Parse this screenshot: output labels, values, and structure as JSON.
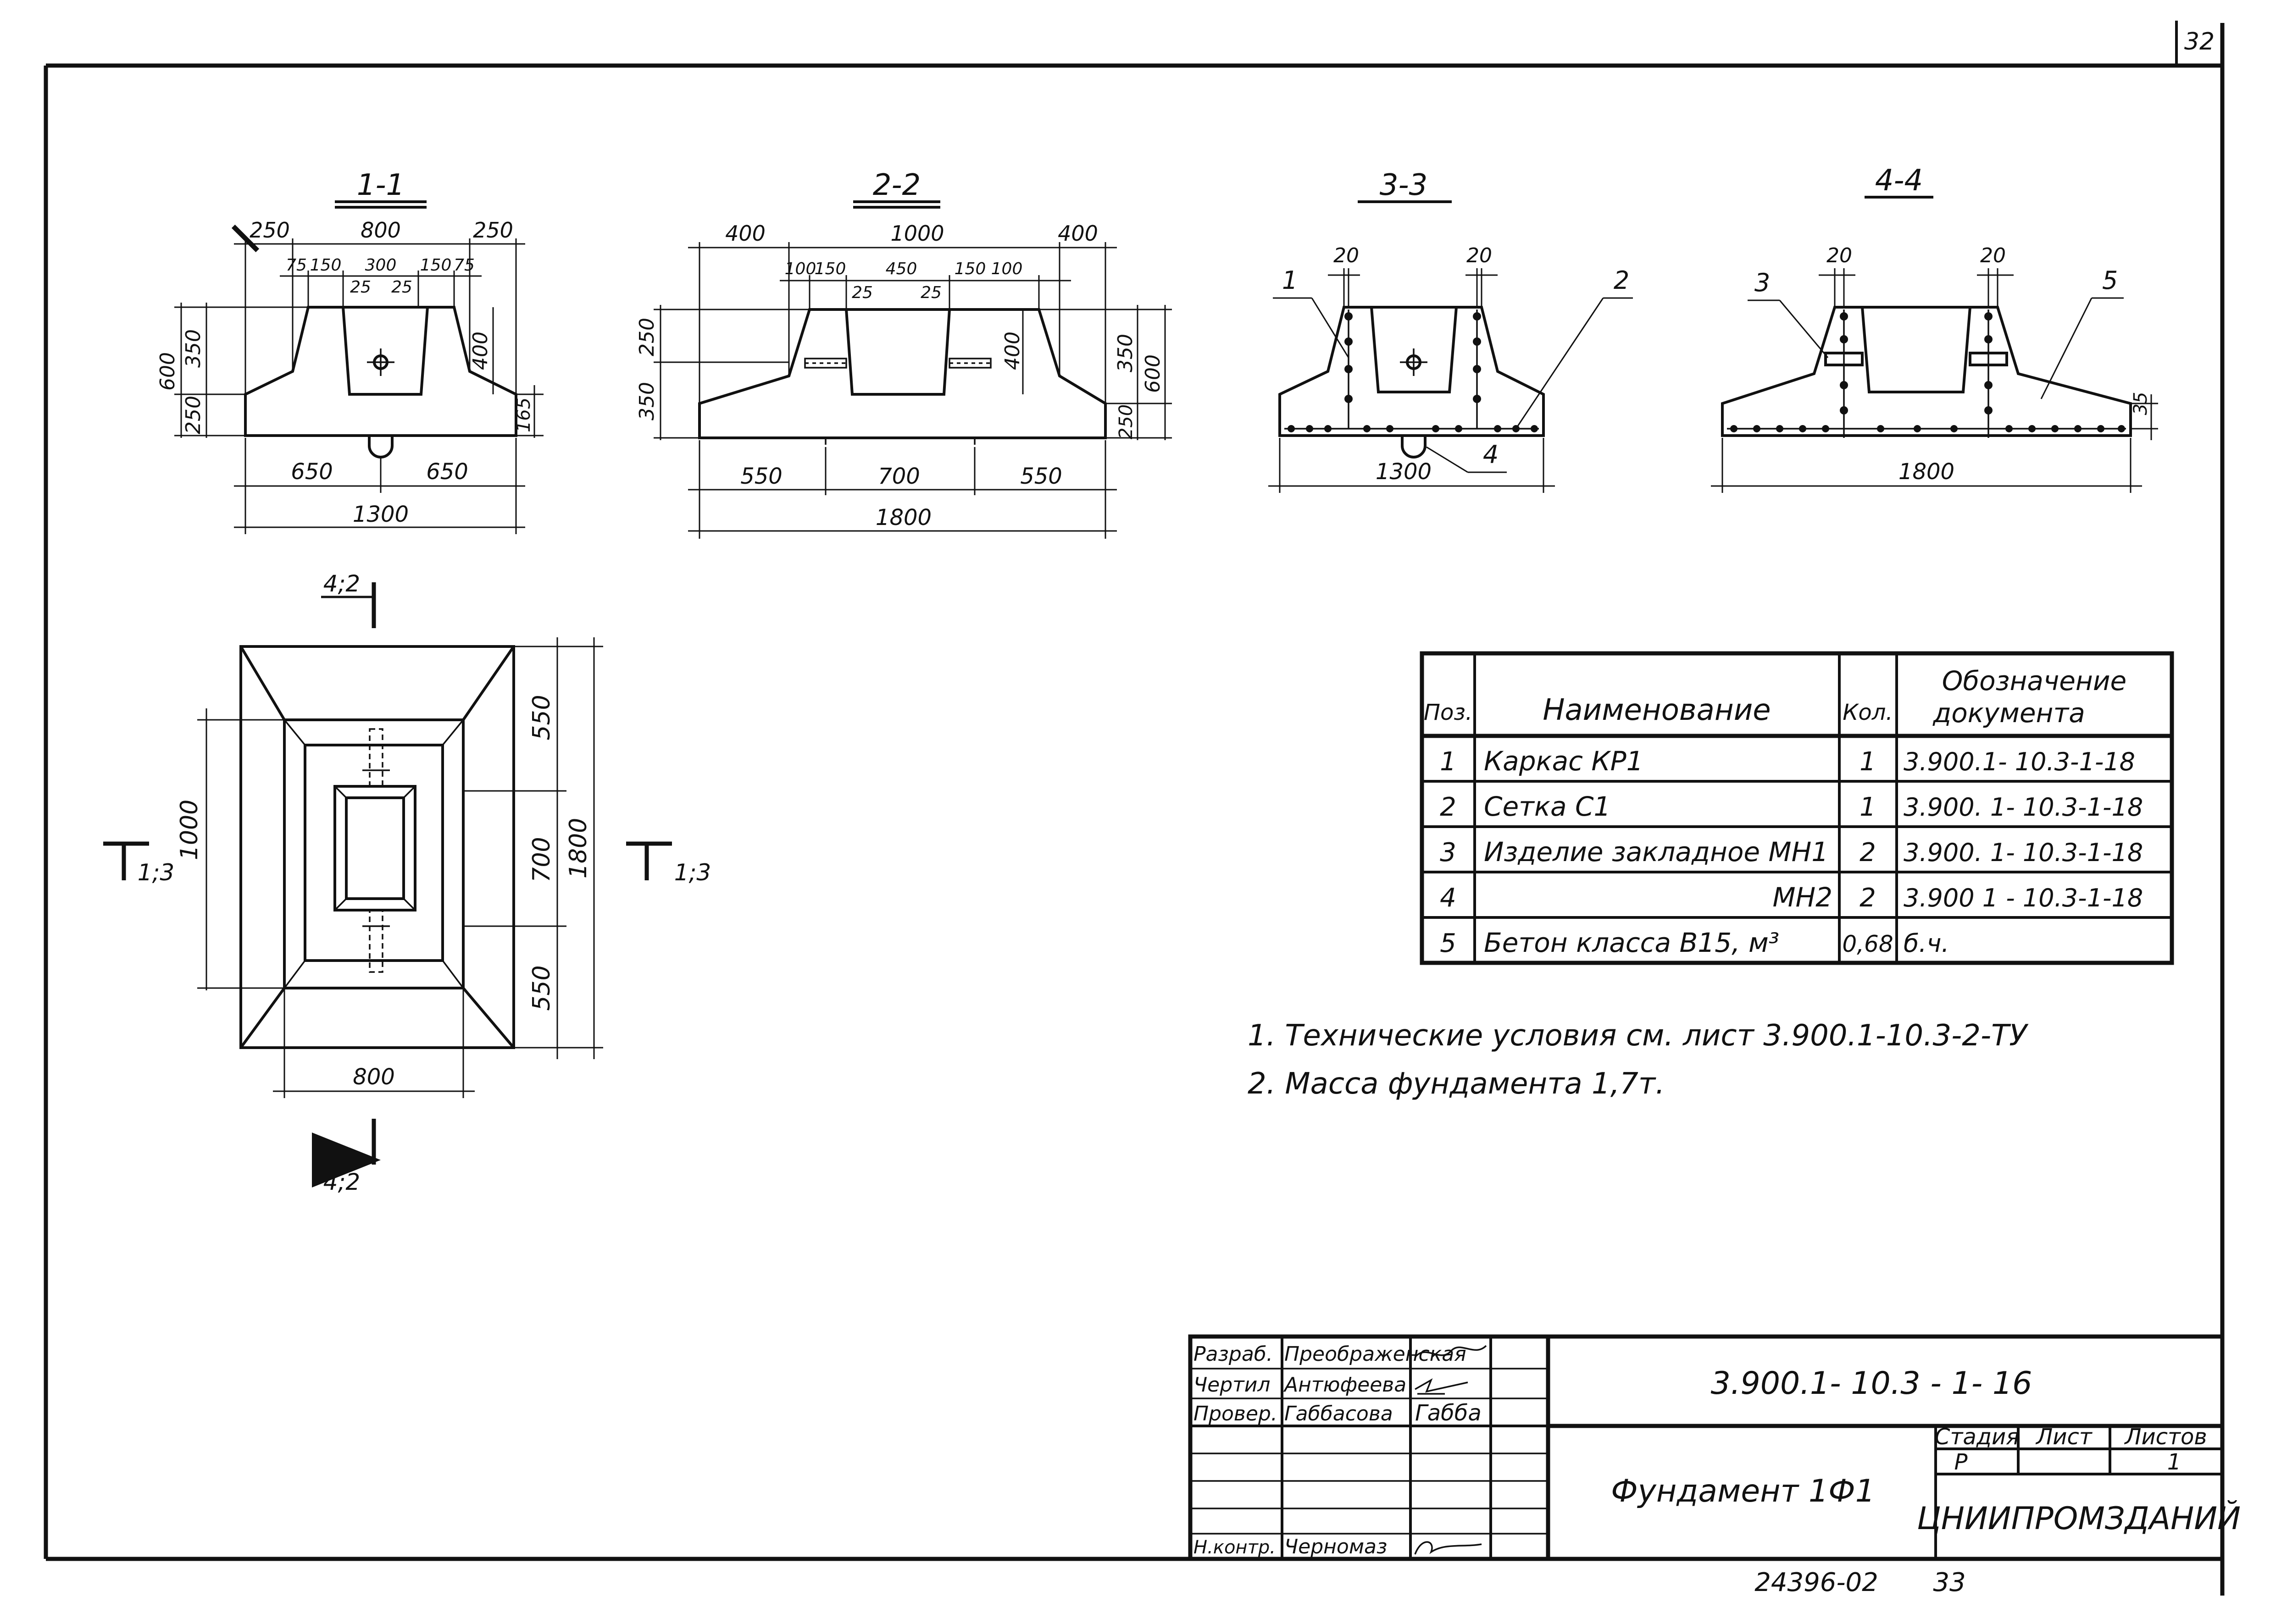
{
  "page_number": "32",
  "sections": {
    "s11": {
      "title": "1-1",
      "dims": {
        "top_left": "250",
        "top_mid": "800",
        "top_right": "250",
        "sub_a": "75",
        "sub_b": "150",
        "sub_c": "300",
        "sub_d": "150",
        "sub_e": "75",
        "inner_a": "25",
        "inner_b": "25",
        "left_total": "600",
        "left_upper": "350",
        "left_lower": "250",
        "right_upper": "400",
        "right_lower": "165",
        "bot_left": "650",
        "bot_right": "650",
        "bot_total": "1300"
      }
    },
    "s22": {
      "title": "2-2",
      "dims": {
        "top_left": "400",
        "top_mid": "1000",
        "top_right": "400",
        "sub_a": "100",
        "sub_b": "150",
        "sub_c": "450",
        "sub_d": "150",
        "sub_e": "100",
        "inner_a": "25",
        "inner_b": "25",
        "left_upper": "250",
        "left_lower": "350",
        "right_inner": "400",
        "right_upper": "350",
        "right_lower": "250",
        "right_total": "600",
        "bot_left": "550",
        "bot_mid": "700",
        "bot_right": "550",
        "bot_total": "1800"
      }
    },
    "s33": {
      "title": "3-3",
      "dims": {
        "left": "20",
        "right": "20",
        "bottom": "1300"
      },
      "callouts": [
        "1",
        "2",
        "4"
      ]
    },
    "s44": {
      "title": "4-4",
      "dims": {
        "left": "20",
        "right": "20",
        "bottom": "1800",
        "side": "35"
      },
      "callouts": [
        "3",
        "5"
      ]
    }
  },
  "plan": {
    "cut_top": "4;2",
    "cut_bottom": "4;2",
    "cut_left": "1;3",
    "cut_right": "1;3",
    "dim_left": "1000",
    "dim_right_a": "550",
    "dim_right_b": "700",
    "dim_right_c": "550",
    "dim_right_total": "1800",
    "dim_bottom": "800"
  },
  "spec_table": {
    "headers": {
      "pos": "Поз.",
      "name": "Наименование",
      "qty": "Кол.",
      "doc_1": "Обозначение",
      "doc_2": "документа"
    },
    "rows": [
      {
        "pos": "1",
        "name": "Каркас   КР1",
        "qty": "1",
        "doc": "3.900.1- 10.3-1-18"
      },
      {
        "pos": "2",
        "name": "Сетка    С1",
        "qty": "1",
        "doc": "3.900. 1- 10.3-1-18"
      },
      {
        "pos": "3",
        "name": "Изделие закладное МН1",
        "qty": "2",
        "doc": "3.900. 1- 10.3-1-18"
      },
      {
        "pos": "4",
        "name": "МН2",
        "qty": "2",
        "doc": "3.900 1 - 10.3-1-18"
      },
      {
        "pos": "5",
        "name": "Бетон класса В15, м³",
        "qty": "0,68",
        "doc": "б.ч."
      }
    ]
  },
  "notes": [
    "1. Технические    условия  см.  лист  3.900.1-10.3-2-ТУ",
    "2. Масса  фундамента   1,7т."
  ],
  "title_block": {
    "roles": [
      "Разраб.",
      "Чертил",
      "Провер.",
      "",
      "",
      "",
      "Н.контр."
    ],
    "names": [
      "Преображенская",
      "Антюфеева",
      "Габбасова",
      "",
      "",
      "",
      "Черномаз"
    ],
    "signs": [
      "",
      "",
      "Габба",
      "",
      "",
      "",
      ""
    ],
    "doc_code": "3.900.1- 10.3 - 1- 16",
    "drawing_name": "Фундамент  1Ф1",
    "stage_header": "Стадия",
    "sheet_header": "Лист",
    "sheets_header": "Листов",
    "stage_value": "Р",
    "sheets_value": "1",
    "organization": "ЦНИИПРОМЗДАНИЙ"
  },
  "footer_left": "24396-02",
  "footer_right": "33"
}
